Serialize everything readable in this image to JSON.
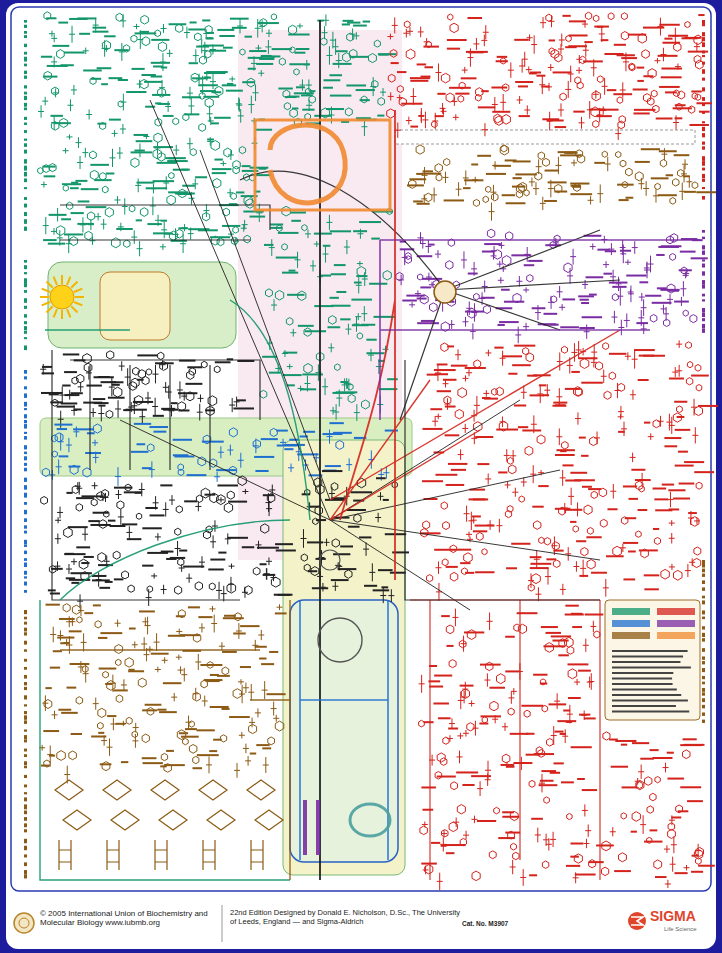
{
  "diagram": {
    "labels": [
      "© 2005 International Union of Biochemistry and Molecular Biology www.iubmb.org",
      "22nd Edition Designed by Donald E. Nicholson, D.Sc., The University of Leeds, England — and Sigma-Aldrich",
      "Cat. No. M3907",
      "SIGMA",
      "Life Science"
    ]
  }
}
